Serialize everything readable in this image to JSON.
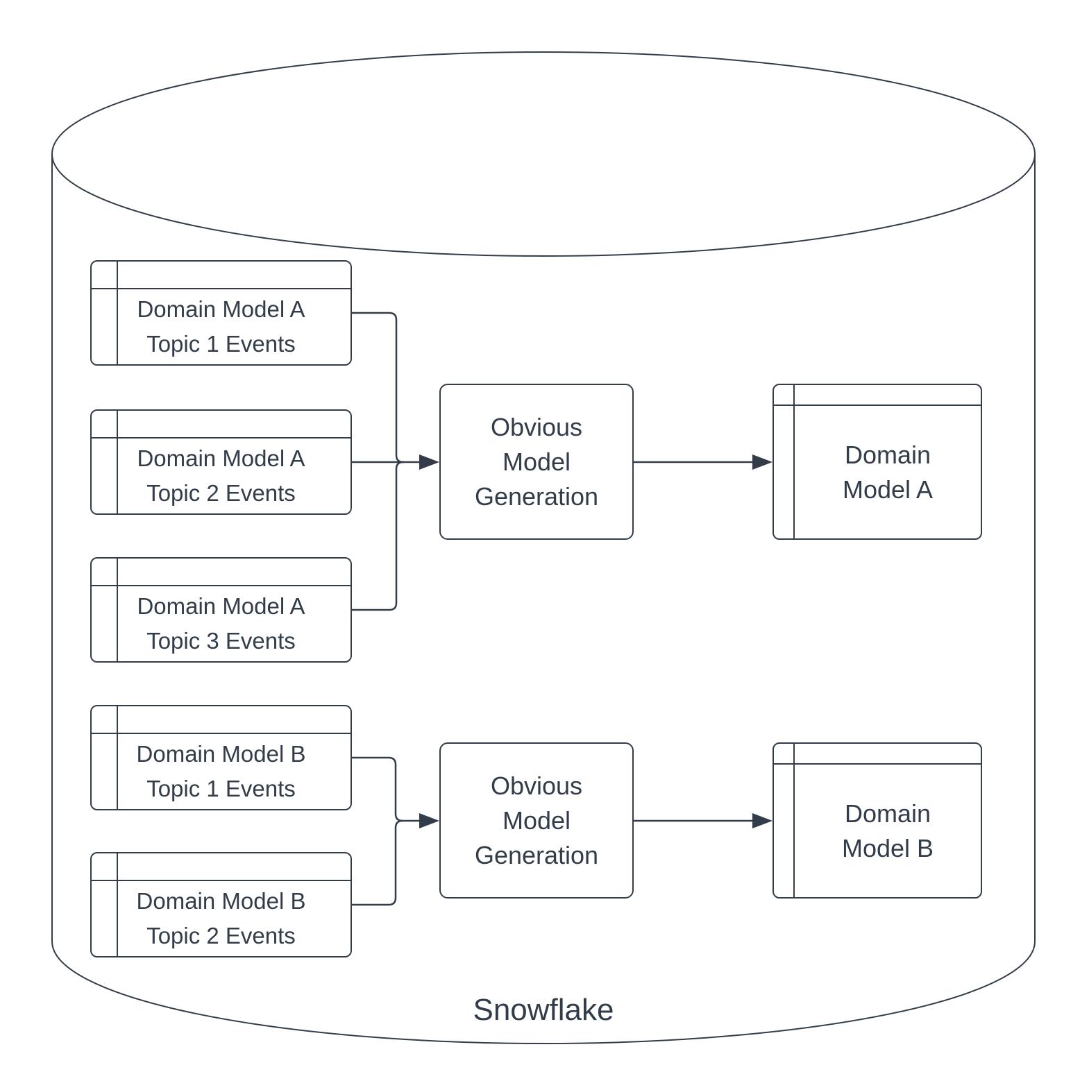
{
  "diagram": {
    "container_label": "Snowflake",
    "colors": {
      "stroke": "#333d4a",
      "background": "#ffffff"
    },
    "source_tables": [
      {
        "id": "domain-model-a-topic-1-events",
        "lines": [
          "Domain Model A",
          "Topic 1 Events"
        ]
      },
      {
        "id": "domain-model-a-topic-2-events",
        "lines": [
          "Domain Model A",
          "Topic 2 Events"
        ]
      },
      {
        "id": "domain-model-a-topic-3-events",
        "lines": [
          "Domain Model A",
          "Topic 3 Events"
        ]
      },
      {
        "id": "domain-model-b-topic-1-events",
        "lines": [
          "Domain Model B",
          "Topic 1 Events"
        ]
      },
      {
        "id": "domain-model-b-topic-2-events",
        "lines": [
          "Domain Model B",
          "Topic 2 Events"
        ]
      }
    ],
    "processes": [
      {
        "id": "obvious-model-generation-a",
        "lines": [
          "Obvious",
          "Model",
          "Generation"
        ]
      },
      {
        "id": "obvious-model-generation-b",
        "lines": [
          "Obvious",
          "Model",
          "Generation"
        ]
      }
    ],
    "output_tables": [
      {
        "id": "domain-model-a",
        "lines": [
          "Domain",
          "Model A"
        ]
      },
      {
        "id": "domain-model-b",
        "lines": [
          "Domain",
          "Model B"
        ]
      }
    ]
  }
}
